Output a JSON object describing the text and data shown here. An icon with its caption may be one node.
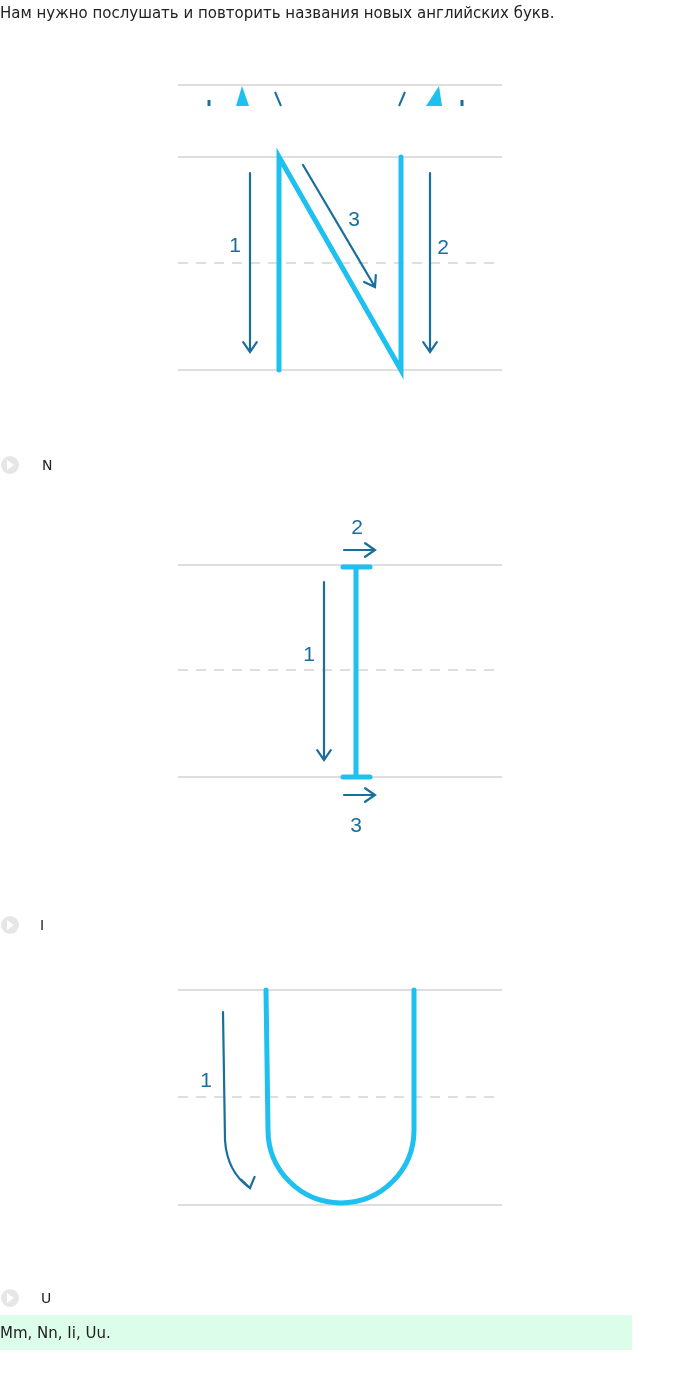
{
  "diagram": {
    "title": "Нам нужно послушать и повторить названия новых английских букв.",
    "labels": [
      "1",
      "3",
      "2",
      "N",
      "2",
      "1",
      "3",
      "I",
      "1",
      "U",
      "Mm, Nn, Ii, Uu."
    ]
  }
}
